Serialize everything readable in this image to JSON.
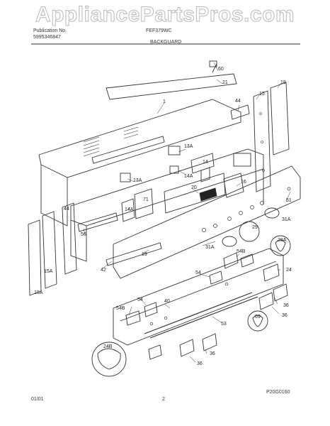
{
  "watermark": "AppliancePartsPros.com",
  "header": {
    "left_line1": "Publication No.",
    "left_line2": "5995346847",
    "model": "FEF379WC",
    "section": "BACKGUARD"
  },
  "footer": {
    "date": "01/01",
    "page": "2",
    "figure_code": "P20G0160"
  },
  "callouts": [
    "60",
    "21",
    "1",
    "44",
    "15",
    "18",
    "13A",
    "14",
    "14A",
    "13A",
    "20",
    "16",
    "71",
    "14A",
    "51",
    "29",
    "31A",
    "28A",
    "56",
    "44",
    "19",
    "31A",
    "54B",
    "42",
    "54",
    "24",
    "15A",
    "18A",
    "40",
    "54",
    "54B",
    "36",
    "69",
    "36",
    "53",
    "24B",
    "36",
    "36"
  ]
}
